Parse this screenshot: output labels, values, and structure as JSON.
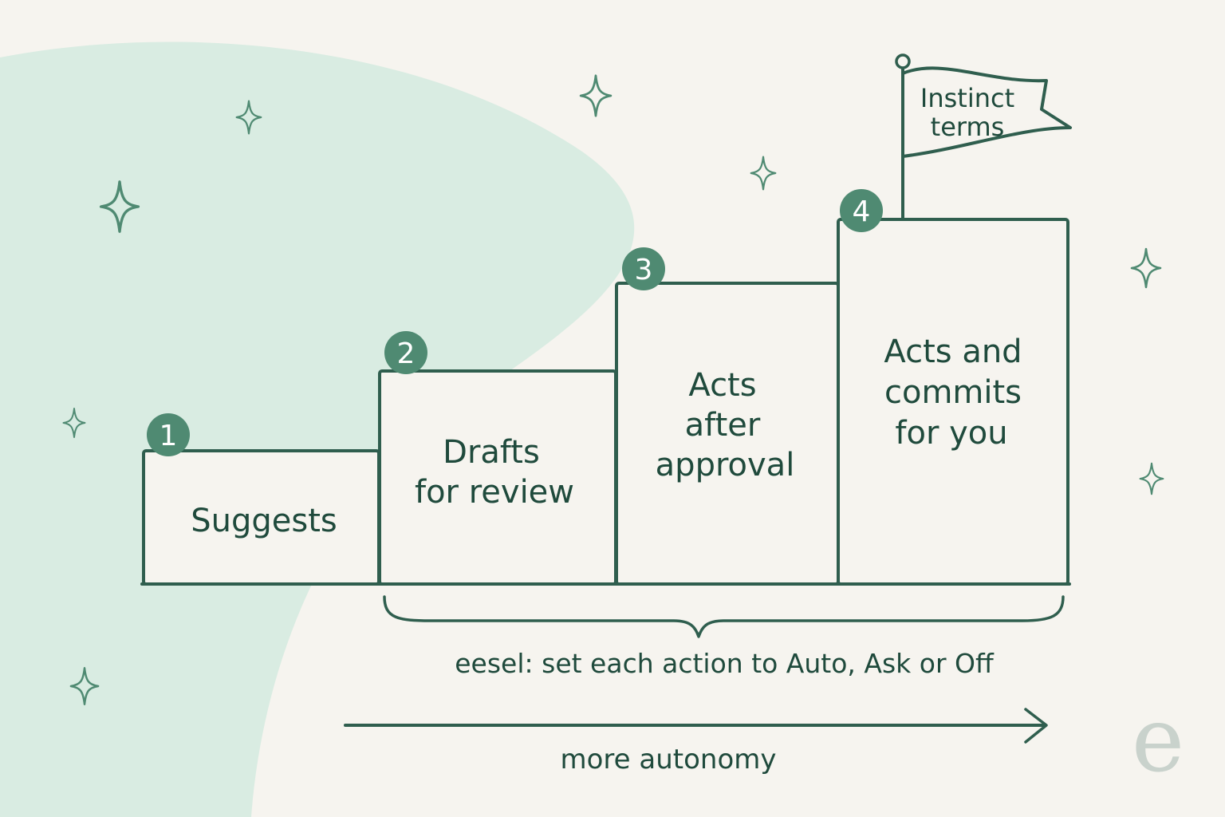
{
  "colors": {
    "background": "#f6f4ef",
    "blob": "#d9ece2",
    "ink": "#2f5e4e",
    "text": "#1f4a3c",
    "badge": "#4f8a72",
    "badge_text": "#ffffff",
    "logo": "#c9d2cc"
  },
  "steps": [
    {
      "number": "1",
      "lines": [
        "Suggests"
      ]
    },
    {
      "number": "2",
      "lines": [
        "Drafts",
        "for review"
      ]
    },
    {
      "number": "3",
      "lines": [
        "Acts",
        "after",
        "approval"
      ]
    },
    {
      "number": "4",
      "lines": [
        "Acts and",
        "commits",
        "for you"
      ]
    }
  ],
  "flag": {
    "lines": [
      "Instinct",
      "terms"
    ]
  },
  "brace_label": "eesel: set each action to Auto, Ask or Off",
  "arrow_label": "more autonomy",
  "logo": {
    "letter": "e"
  },
  "decorations": {
    "icon": "sparkle-icon"
  }
}
